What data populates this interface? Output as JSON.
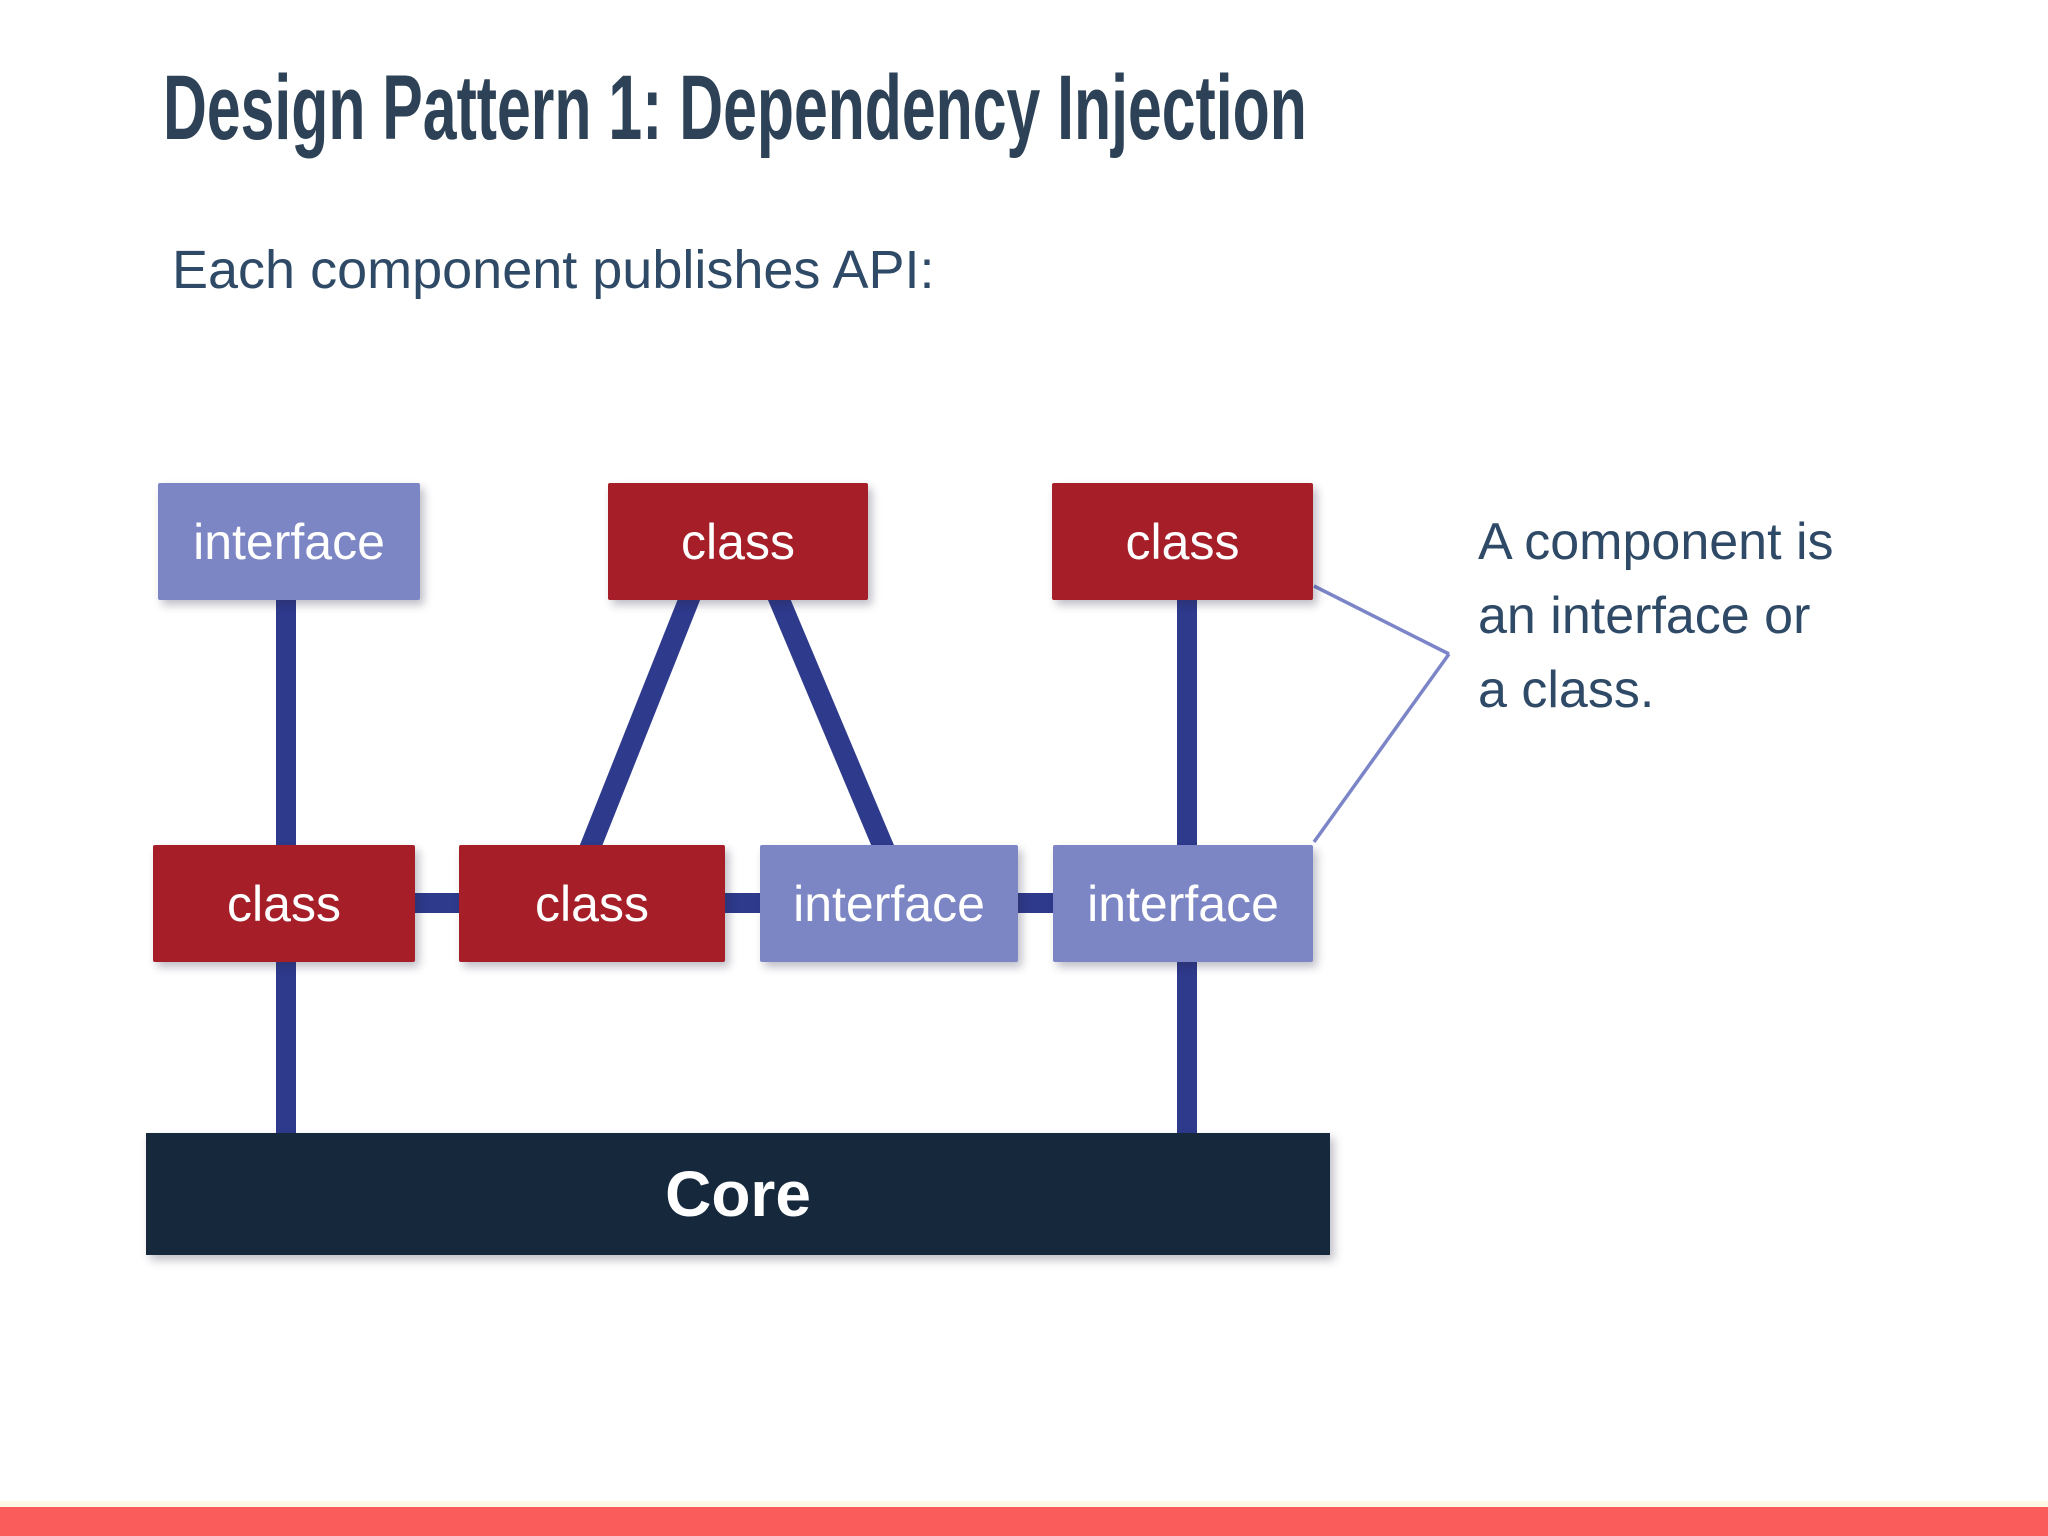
{
  "header": {
    "title": "Design Pattern 1: Dependency Injection",
    "subtitle": "Each component publishes API:"
  },
  "diagram": {
    "top_row": [
      {
        "label": "interface",
        "type": "interface"
      },
      {
        "label": "class",
        "type": "class"
      },
      {
        "label": "class",
        "type": "class"
      }
    ],
    "middle_row": [
      {
        "label": "class",
        "type": "class"
      },
      {
        "label": "class",
        "type": "class"
      },
      {
        "label": "interface",
        "type": "interface"
      },
      {
        "label": "interface",
        "type": "interface"
      }
    ],
    "core": {
      "label": "Core"
    }
  },
  "annotation": {
    "lines": [
      "A component is",
      "an interface or",
      "a class."
    ]
  },
  "colors": {
    "title_text": "#2d4256",
    "body_text": "#2e4a66",
    "class_box": "#a61e28",
    "interface_box": "#7d86c4",
    "connector_line": "#2e3a8c",
    "callout_line": "#7b85c8",
    "core_box": "#16293c",
    "box_text": "#ffffff",
    "bottom_stripe": "#fa5c5c"
  }
}
